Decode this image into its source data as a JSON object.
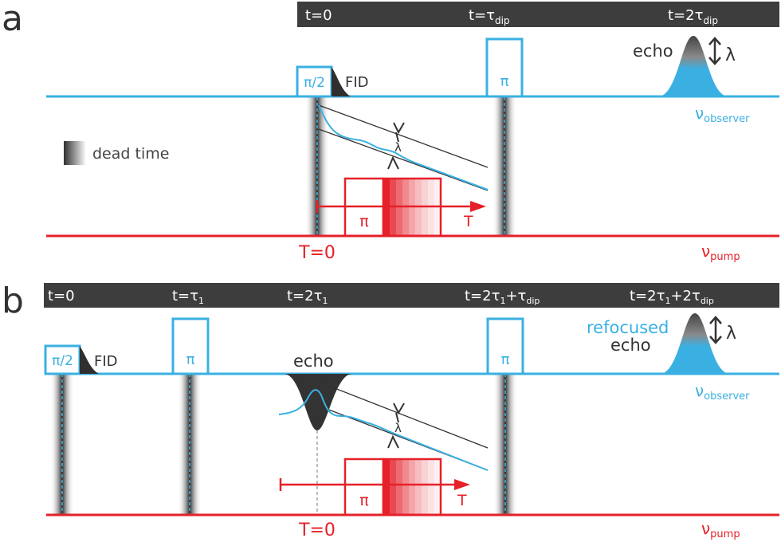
{
  "colors": {
    "observer": "#3ab0e2",
    "pump": "#e62028",
    "header_bar": "#3d3d3d",
    "trace_dark": "#333333",
    "white": "#ffffff"
  },
  "panel_a": {
    "label": "a",
    "header": {
      "t0": "t=0",
      "t_dip": {
        "main": "t=τ",
        "sub": "dip"
      },
      "t_2dip": {
        "main": "t=2τ",
        "sub": "dip"
      }
    },
    "pulse_pi2": "π/2",
    "fid": "FID",
    "pulse_pi": "π",
    "echo": "echo",
    "lambda": "λ",
    "observer": {
      "main": "ν",
      "sub": "observer"
    },
    "pump": {
      "main": "ν",
      "sub": "pump"
    },
    "pump_pulse": "π",
    "T_arrow": "T",
    "T0": "T=0",
    "legend_dead_time": "dead time"
  },
  "panel_b": {
    "label": "b",
    "header": {
      "t0": "t=0",
      "t_1": {
        "main": "t=τ",
        "sub": "1"
      },
      "t_2_1": {
        "main": "t=2τ",
        "sub": "1"
      },
      "t_2_1_dip": {
        "main": "t=2τ",
        "sub1": "1",
        "mid": "+τ",
        "sub2": "dip"
      },
      "t_2_1_2dip": {
        "main": "t=2τ",
        "sub1": "1",
        "mid": "+2τ",
        "sub2": "dip"
      }
    },
    "pulse_pi2": "π/2",
    "fid": "FID",
    "pulse_pi_1": "π",
    "pulse_pi_2": "π",
    "echo": "echo",
    "refocused": "refocused",
    "refocused_echo": "echo",
    "lambda": "λ",
    "observer": {
      "main": "ν",
      "sub": "observer"
    },
    "pump": {
      "main": "ν",
      "sub": "pump"
    },
    "pump_pulse": "π",
    "T_arrow": "T",
    "T0": "T=0"
  }
}
